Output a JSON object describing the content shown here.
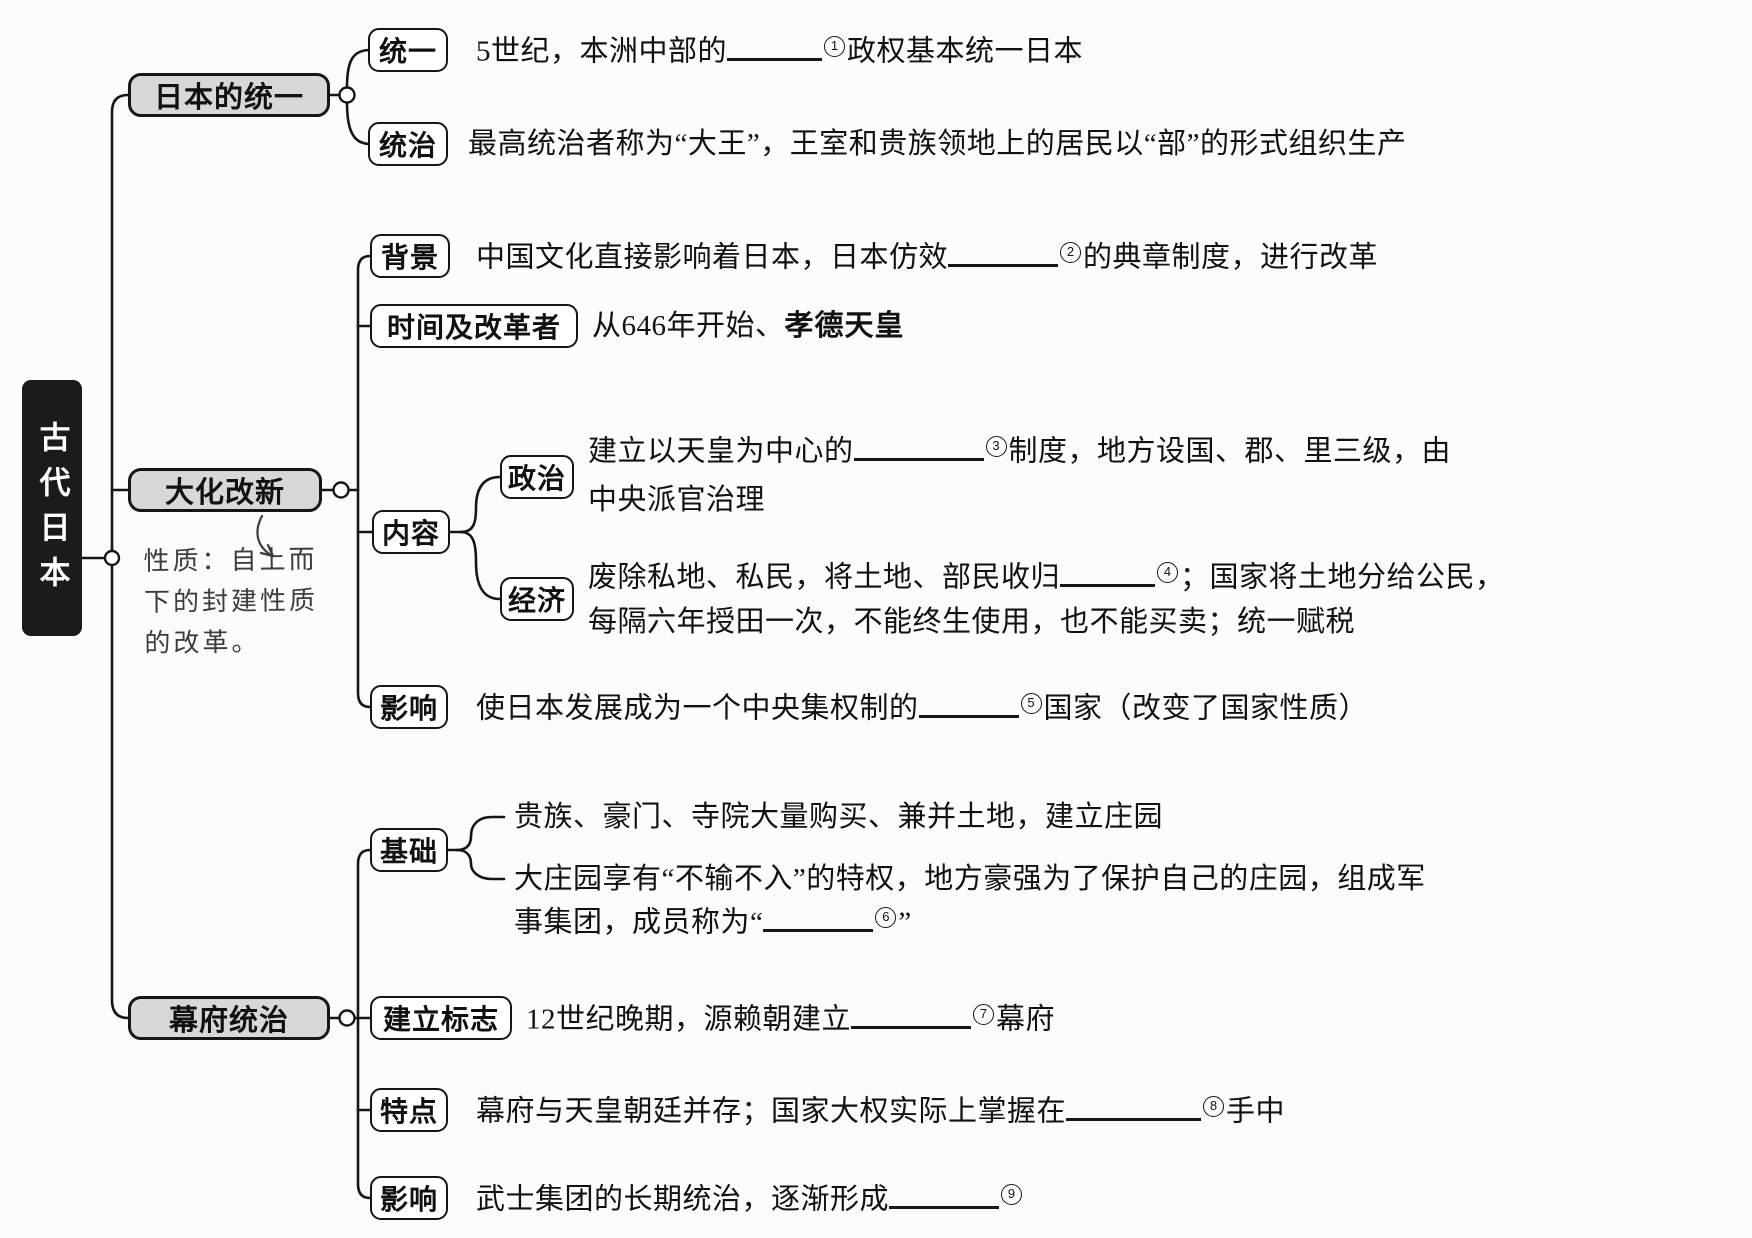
{
  "root_label": "古代日本",
  "branch1": {
    "label": "日本的统一",
    "items": {
      "unify": {
        "label": "统一",
        "line": [
          {
            "text": "5世纪，本洲中部的"
          },
          {
            "blank": 95
          },
          {
            "num": "1"
          },
          {
            "text": "政权基本统一日本"
          }
        ]
      },
      "rule": {
        "label": "统治",
        "line": [
          {
            "text": "最高统治者称为“大王”，王室和贵族领地上的居民以“部”的形式组织生产"
          }
        ]
      }
    }
  },
  "branch2": {
    "label": "大化改新",
    "note": {
      "line1": "性质：自上而",
      "line2": "下的封建性质",
      "line3": "的改革。"
    },
    "items": {
      "background": {
        "label": "背景",
        "line": [
          {
            "text": "中国文化直接影响着日本，日本仿效"
          },
          {
            "blank": 110
          },
          {
            "num": "2"
          },
          {
            "text": "的典章制度，进行改革"
          }
        ]
      },
      "time": {
        "label": "时间及改革者",
        "line": [
          {
            "text": "从646年开始、"
          },
          {
            "text": "孝德天皇",
            "bold": true
          }
        ]
      },
      "content": {
        "label": "内容",
        "politics": {
          "label": "政治",
          "line1": [
            {
              "text": "建立以天皇为中心的"
            },
            {
              "blank": 130
            },
            {
              "num": "3"
            },
            {
              "text": "制度，地方设国、郡、里三级，由"
            }
          ],
          "line2": [
            {
              "text": "中央派官治理"
            }
          ]
        },
        "economy": {
          "label": "经济",
          "line1": [
            {
              "text": "废除私地、私民，将土地、部民收归"
            },
            {
              "blank": 95
            },
            {
              "num": "4"
            },
            {
              "text": "；国家将土地分给公民，"
            }
          ],
          "line2": [
            {
              "text": "每隔六年授田一次，不能终生使用，也不能买卖；统一赋税"
            }
          ]
        }
      },
      "impact": {
        "label": "影响",
        "line": [
          {
            "text": "使日本发展成为一个中央集权制的"
          },
          {
            "blank": 100
          },
          {
            "num": "5"
          },
          {
            "text": "国家（改变了国家性质）"
          }
        ]
      }
    }
  },
  "branch3": {
    "label": "幕府统治",
    "items": {
      "basis": {
        "label": "基础",
        "lineA": [
          {
            "text": "贵族、豪门、寺院大量购买、兼并土地，建立庄园"
          }
        ],
        "lineB1": [
          {
            "text": "大庄园享有“不输不入”的特权，地方豪强为了保护自己的庄园，组成军"
          }
        ],
        "lineB2": [
          {
            "text": "事集团，成员称为“"
          },
          {
            "blank": 110
          },
          {
            "num": "6"
          },
          {
            "text": "”"
          }
        ]
      },
      "mark": {
        "label": "建立标志",
        "line": [
          {
            "text": "12世纪晚期，源赖朝建立"
          },
          {
            "blank": 120
          },
          {
            "num": "7"
          },
          {
            "text": "幕府"
          }
        ]
      },
      "feature": {
        "label": "特点",
        "line": [
          {
            "text": "幕府与天皇朝廷并存；国家大权实际上掌握在"
          },
          {
            "blank": 135
          },
          {
            "num": "8"
          },
          {
            "text": "手中"
          }
        ]
      },
      "impact": {
        "label": "影响",
        "line": [
          {
            "text": "武士集团的长期统治，逐渐形成"
          },
          {
            "blank": 110
          },
          {
            "num": "9"
          }
        ]
      }
    }
  }
}
